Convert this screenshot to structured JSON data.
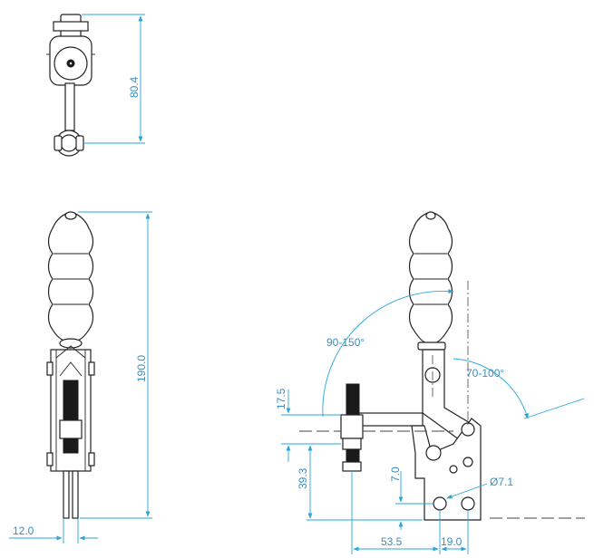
{
  "dimensions": {
    "top_height": "80.4",
    "total_height": "190.0",
    "shaft_width": "12.0",
    "spindle_height": "17.5",
    "base_height": "39.3",
    "hole_offset": "7.0",
    "hole_diameter": "Ø7.1",
    "horizontal_reach": "53.5",
    "base_width": "19.0",
    "handle_angle": "90-150°",
    "bar_angle": "70-100°"
  },
  "colors": {
    "dimension": "#2aa6d8",
    "outline": "#222222"
  }
}
